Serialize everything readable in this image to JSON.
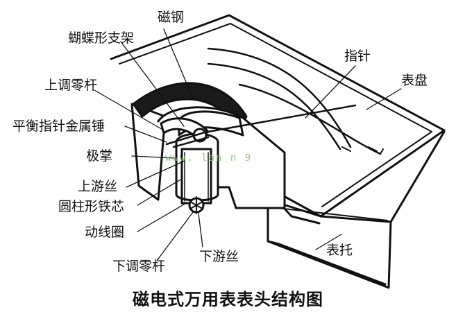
{
  "labels": {
    "magnet": "磁钢",
    "butterfly_bracket": "蝴蝶形支架",
    "upper_zero_rod": "上调零杆",
    "balance_weight": "平衡指针金属锤",
    "pole_shoe": "极掌",
    "upper_spring": "上游丝",
    "iron_core": "圆柱形铁芯",
    "moving_coil": "动线圈",
    "lower_zero_rod": "下调零杆",
    "lower_spring": "下游丝",
    "pointer": "指针",
    "dial": "表盘",
    "bracket": "表托"
  },
  "caption": "磁电式万用表表头结构图",
  "watermark": "www. lan   n    9"
}
